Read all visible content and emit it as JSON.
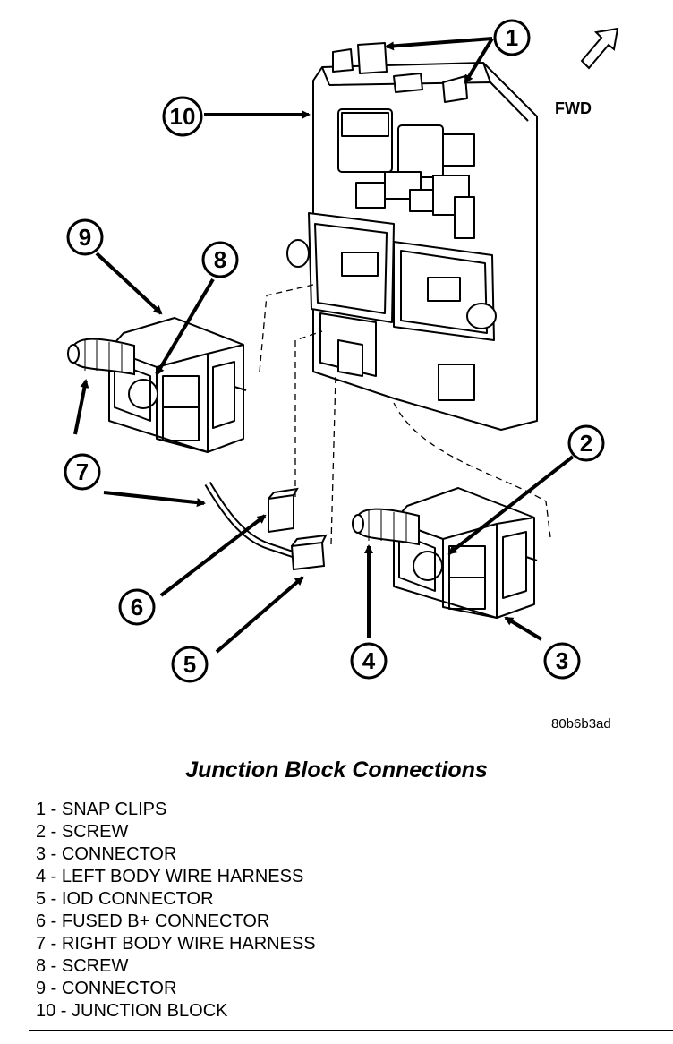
{
  "callouts": {
    "c1": "1",
    "c2": "2",
    "c3": "3",
    "c4": "4",
    "c5": "5",
    "c6": "6",
    "c7": "7",
    "c8": "8",
    "c9": "9",
    "c10": "10"
  },
  "fwd_label": "FWD",
  "figure_id": "80b6b3ad",
  "caption": "Junction Block Connections",
  "legend": [
    {
      "num": "1",
      "label": "SNAP CLIPS"
    },
    {
      "num": "2",
      "label": "SCREW"
    },
    {
      "num": "3",
      "label": "CONNECTOR"
    },
    {
      "num": "4",
      "label": "LEFT BODY WIRE HARNESS"
    },
    {
      "num": "5",
      "label": "IOD CONNECTOR"
    },
    {
      "num": "6",
      "label": "FUSED B+ CONNECTOR"
    },
    {
      "num": "7",
      "label": "RIGHT BODY WIRE HARNESS"
    },
    {
      "num": "8",
      "label": "SCREW"
    },
    {
      "num": "9",
      "label": "CONNECTOR"
    },
    {
      "num": "10",
      "label": "JUNCTION BLOCK"
    }
  ],
  "legend_text": [
    "1 - SNAP CLIPS",
    "2 - SCREW",
    "3 - CONNECTOR",
    "4 - LEFT BODY WIRE HARNESS",
    "5 - IOD CONNECTOR",
    "6 - FUSED B+ CONNECTOR",
    "7 - RIGHT BODY WIRE HARNESS",
    "8 - SCREW",
    "9 - CONNECTOR",
    "10 - JUNCTION BLOCK"
  ]
}
